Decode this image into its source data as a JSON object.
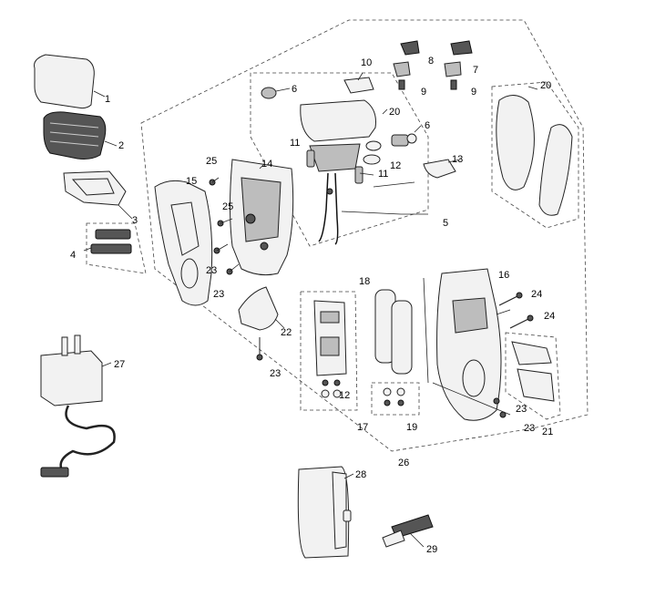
{
  "diagram": {
    "callouts": {
      "c1": "1",
      "c2": "2",
      "c3": "3",
      "c4": "4",
      "c5": "5",
      "c6a": "6",
      "c6b": "6",
      "c7": "7",
      "c8": "8",
      "c9a": "9",
      "c9b": "9",
      "c10": "10",
      "c11a": "11",
      "c11b": "11",
      "c12a": "12",
      "c12b": "12",
      "c13": "13",
      "c14": "14",
      "c15": "15",
      "c16": "16",
      "c17": "17",
      "c18": "18",
      "c19": "19",
      "c20a": "20",
      "c20b": "20",
      "c21": "21",
      "c22": "22",
      "c23a": "23",
      "c23b": "23",
      "c23c": "23",
      "c23d": "23",
      "c23e": "23",
      "c24a": "24",
      "c24b": "24",
      "c25a": "25",
      "c25b": "25",
      "c26": "26",
      "c27": "27",
      "c28": "28",
      "c29": "29"
    }
  }
}
